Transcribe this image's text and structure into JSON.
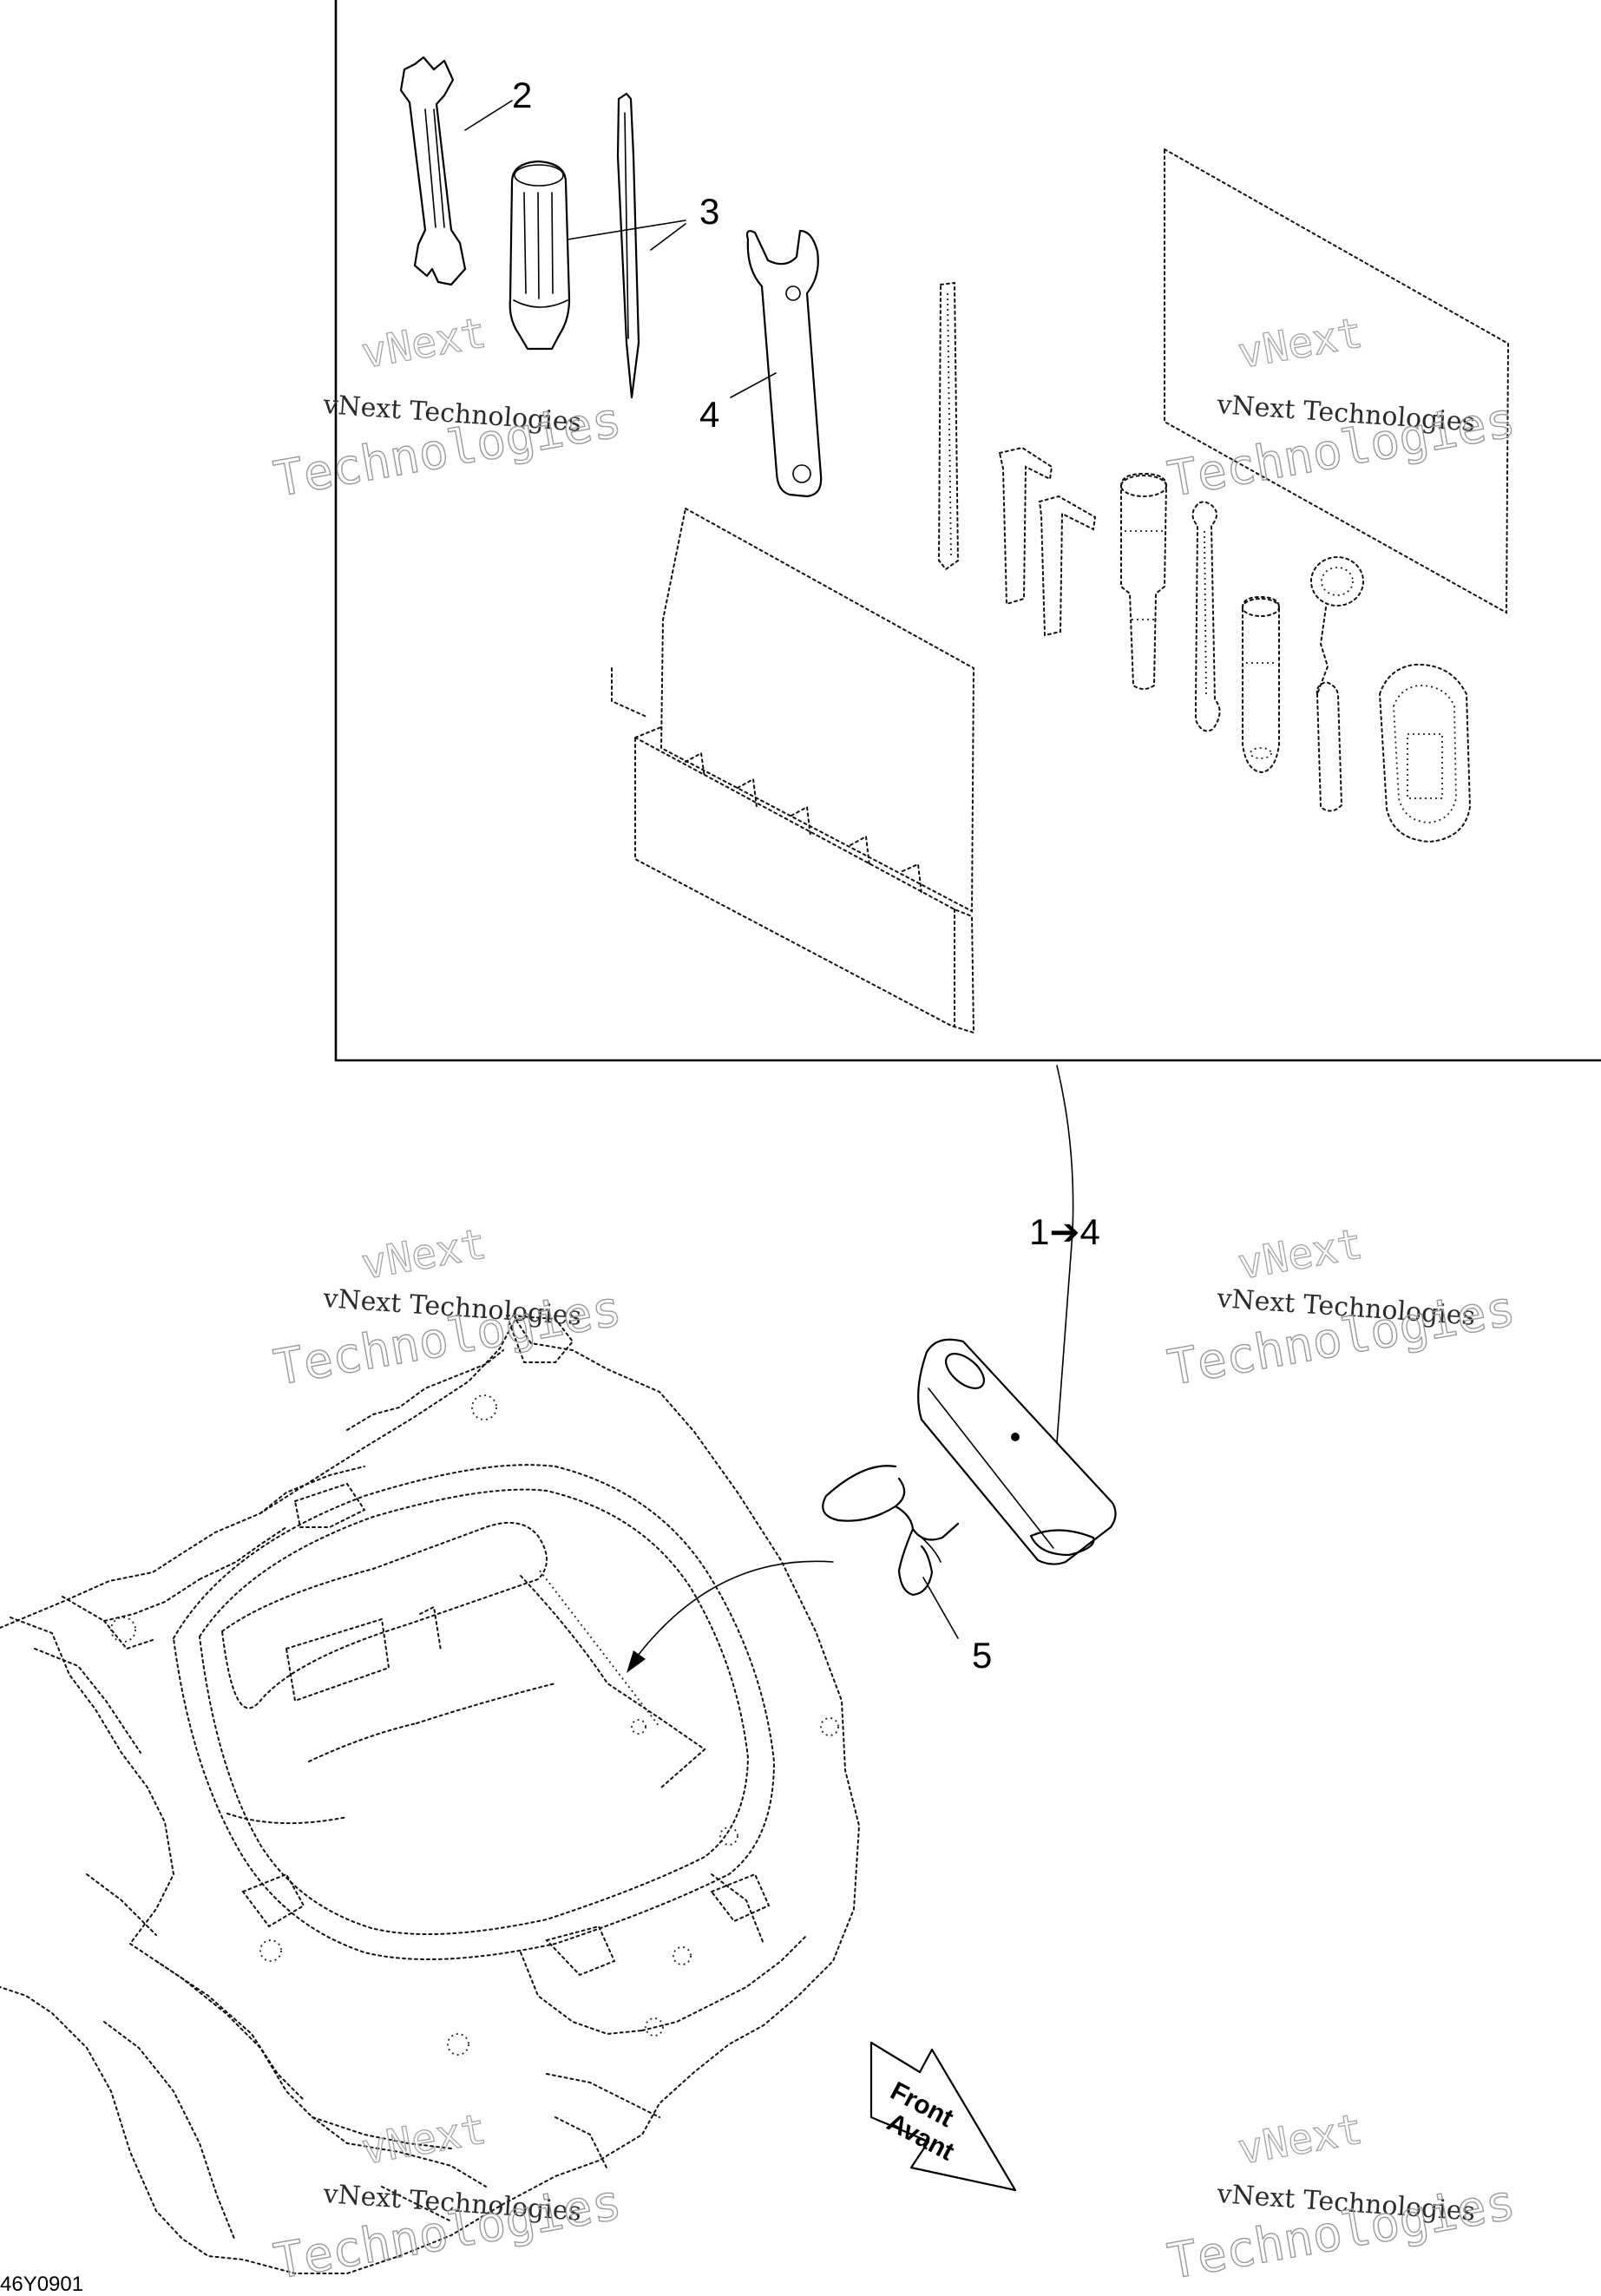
{
  "callouts": {
    "c2": "2",
    "c3": "3",
    "c4": "4",
    "c14": "1➔4",
    "c5": "5"
  },
  "direction_arrow": {
    "line1": "Front",
    "line2": "Avant"
  },
  "figure_code": "46Y0901",
  "watermark": {
    "brand": "vNext",
    "company": "Technologies",
    "full": "vNext Technologies"
  }
}
